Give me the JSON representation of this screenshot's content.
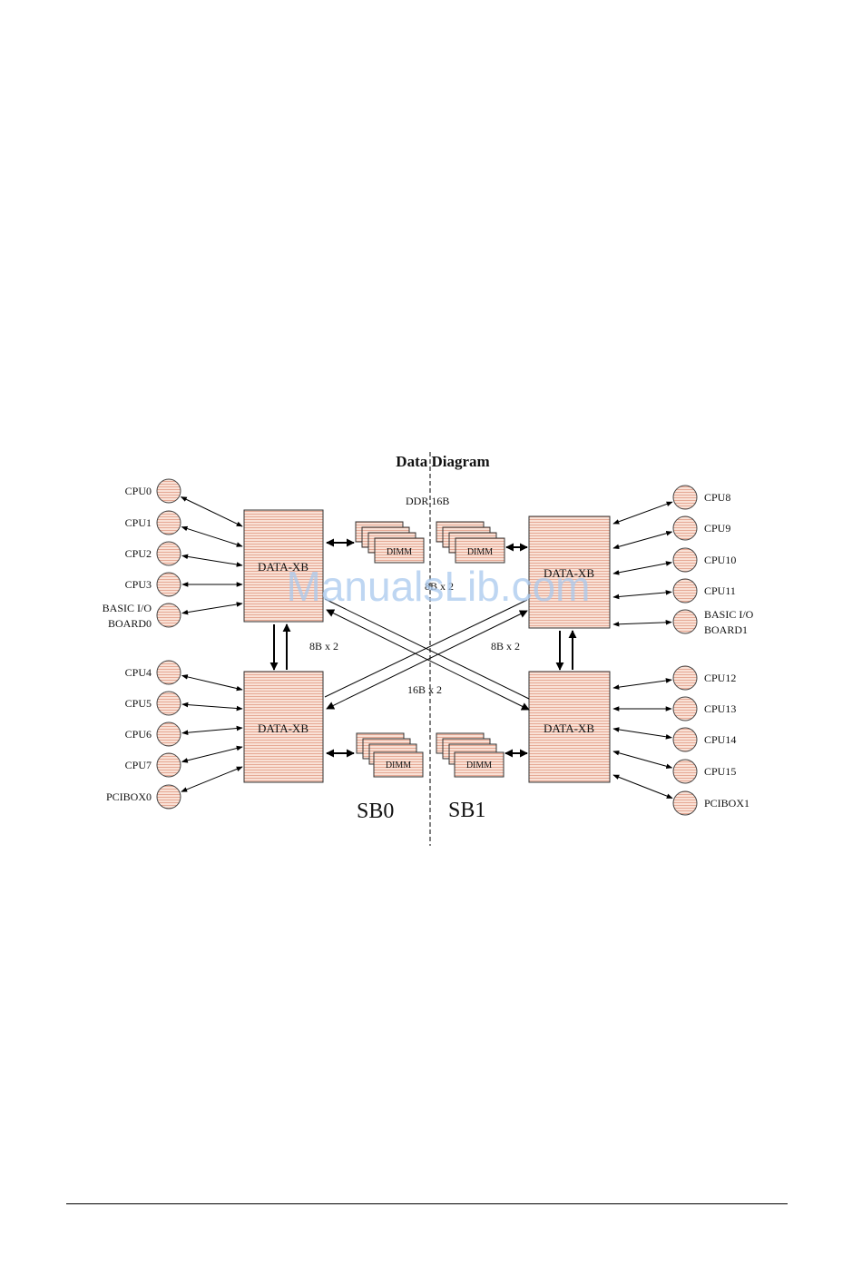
{
  "title": "Data Diagram",
  "watermark": "ManualsLib.com",
  "board_labels": {
    "left": "SB0",
    "right": "SB1"
  },
  "crossbar_label": "DATA-XB",
  "dimm_label": "DIMM",
  "link_labels": {
    "ddr": "DDR 16B",
    "middle": "8B x 2",
    "vertical_left": "8B x 2",
    "vertical_right": "8B x 2",
    "cross": "16B x 2"
  },
  "nodes_left": [
    "CPU0",
    "CPU1",
    "CPU2",
    "CPU3",
    "BASIC I/O|BOARD0",
    "CPU4",
    "CPU5",
    "CPU6",
    "CPU7",
    "PCIBOX0"
  ],
  "nodes_right": [
    "CPU8",
    "CPU9",
    "CPU10",
    "CPU11",
    "BASIC I/O|BOARD1",
    "CPU12",
    "CPU13",
    "CPU14",
    "CPU15",
    "PCIBOX1"
  ],
  "colors": {
    "fill": "#f7d6c8",
    "stripe": "#e6a995",
    "watermark": "#a9c9ee"
  }
}
